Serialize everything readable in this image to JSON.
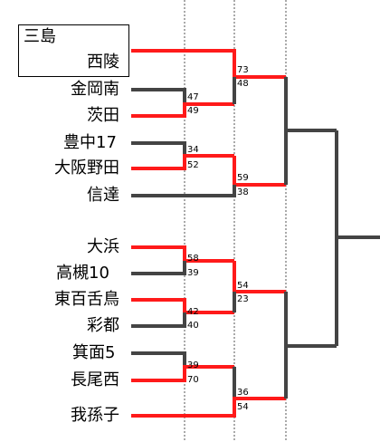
{
  "teams": {
    "mishima": "三島",
    "seiryo": "西陵",
    "kinkoun": "金岡南",
    "ibaraki": "茨田",
    "toyonaka17": "豊中17",
    "osaka_noda": "大阪野田",
    "shintatsu": "信達",
    "ohama": "大浜",
    "takatsuki10": "高槻10",
    "higashi_mozu": "東百舌鳥",
    "saito": "彩都",
    "mino5": "箕面5",
    "nagaonishi": "長尾西",
    "abiko": "我孫子"
  },
  "scores": {
    "r1_kinkoun": "47",
    "r1_ibaraki": "49",
    "r1_toyonaka17": "34",
    "r1_osaka_noda": "52",
    "r1_ohama": "58",
    "r1_takatsuki10": "39",
    "r1_higashi_mozu": "42",
    "r1_saito": "40",
    "r1_mino5": "39",
    "r1_nagaonishi": "70",
    "r2_seiryo": "73",
    "r2_ibaraki": "48",
    "r2_osaka_noda": "59",
    "r2_shintatsu": "38",
    "r2_ohama": "54",
    "r2_higashi_mozu": "23",
    "r2_nagaonishi": "36",
    "r2_abiko": "54"
  },
  "colors": {
    "winner_line": "#ff1a1a",
    "loser_line": "#444444",
    "divider": "#555555"
  }
}
